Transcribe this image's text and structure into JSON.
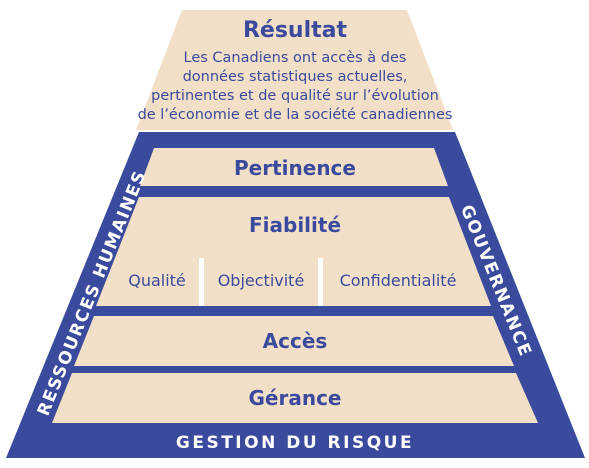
{
  "colors": {
    "frame": "#3a4a9c",
    "tier_fill": "#f2dfc8",
    "text": "#3a4a9c",
    "background": "#ffffff"
  },
  "result": {
    "title": "Résultat",
    "lines": [
      "Les Canadiens ont accès à des",
      "données statistiques actuelles,",
      "pertinentes et de qualité sur l’évolution",
      "de l’économie et de la société canadiennes"
    ]
  },
  "tiers": {
    "pertinence": "Pertinence",
    "fiabilite": "Fiabilité",
    "fiabilite_sub": [
      "Qualité",
      "Objectivité",
      "Confidentialité"
    ],
    "acces": "Accès",
    "gerance": "Gérance"
  },
  "frame_labels": {
    "left": "RESSOURCES HUMAINES",
    "right": "GOUVERNANCE",
    "bottom": "GESTION DU RISQUE"
  }
}
